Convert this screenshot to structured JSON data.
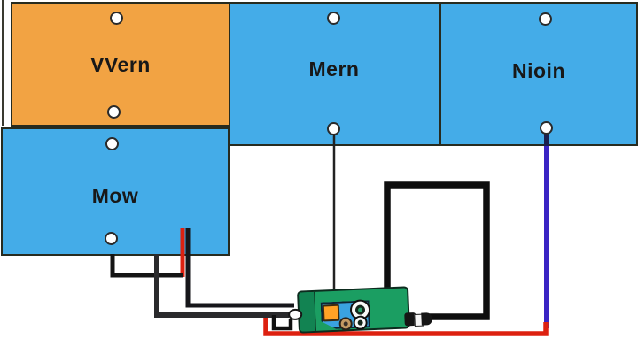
{
  "diagram": {
    "title": "panel-wiring-schematic",
    "background": "#ffffff",
    "panels": [
      {
        "id": "wern",
        "label": "VVern",
        "fill": "#f2a343",
        "border": "#272b1f",
        "holes": 2
      },
      {
        "id": "mern",
        "label": "Mern",
        "fill": "#44ace8",
        "border": "#272b1f",
        "holes": 2
      },
      {
        "id": "nioin",
        "label": "Nioin",
        "fill": "#44ace8",
        "border": "#272b1f",
        "holes": 2
      },
      {
        "id": "mow",
        "label": "Mow",
        "fill": "#44ace8",
        "border": "#272b1f",
        "holes": 2
      }
    ],
    "board": {
      "name": "controller-module",
      "body_color": "#1b9e62",
      "panel_color": "#3aa2e0",
      "button_color": "#ffa226",
      "components": [
        "blue-section",
        "orange-button",
        "round-connector-large",
        "round-connector-small",
        "bronze-terminal",
        "left-bullet-connector",
        "right-bullet-connector"
      ]
    },
    "wires": [
      {
        "name": "left-edge-line",
        "color": "#3a3a30"
      },
      {
        "name": "mern-signal-wire",
        "color": "#222222"
      },
      {
        "name": "nioin-purple-wire",
        "color": "#3a24c4"
      },
      {
        "name": "nioin-purple-cap",
        "color": "#1b1f4e"
      },
      {
        "name": "bottom-red-wire",
        "color": "#dd2110"
      },
      {
        "name": "battery-red-lead",
        "color": "#dd2110"
      },
      {
        "name": "battery-black-lead",
        "color": "#16161a"
      },
      {
        "name": "mow-black-wire-1",
        "color": "#141414"
      },
      {
        "name": "mow-black-wire-2",
        "color": "#2a2a2c"
      },
      {
        "name": "thick-black-loop",
        "color": "#0e0e0e"
      },
      {
        "name": "board-u-loop",
        "color": "#111111"
      }
    ]
  }
}
